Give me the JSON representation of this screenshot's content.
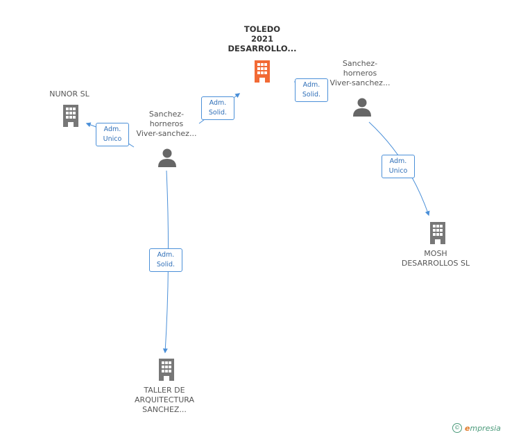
{
  "nodes": {
    "toledo": {
      "label": "TOLEDO\n2021\nDESARROLLO..."
    },
    "nunor": {
      "label": "NUNOR SL"
    },
    "person_left": {
      "label": "Sanchez-\nhorneros\nViver-sanchez..."
    },
    "person_right": {
      "label": "Sanchez-\nhorneros\nViver-sanchez..."
    },
    "mosh": {
      "label": "MOSH\nDESARROLLOS SL"
    },
    "taller": {
      "label": "TALLER DE\nARQUITECTURA\nSANCHEZ..."
    }
  },
  "edges": {
    "left_to_toledo": "Adm.\nSolid.",
    "left_to_nunor": "Adm.\nUnico",
    "right_to_toledo": "Adm.\nSolid.",
    "right_to_mosh": "Adm.\nUnico",
    "left_to_taller": "Adm.\nSolid."
  },
  "colors": {
    "main_company": "#f26a35",
    "company": "#777777",
    "person": "#666666",
    "edge": "#4a8fd8"
  },
  "footer": {
    "copyright_symbol": "©",
    "brand_initial": "e",
    "brand_rest": "mpresia"
  }
}
